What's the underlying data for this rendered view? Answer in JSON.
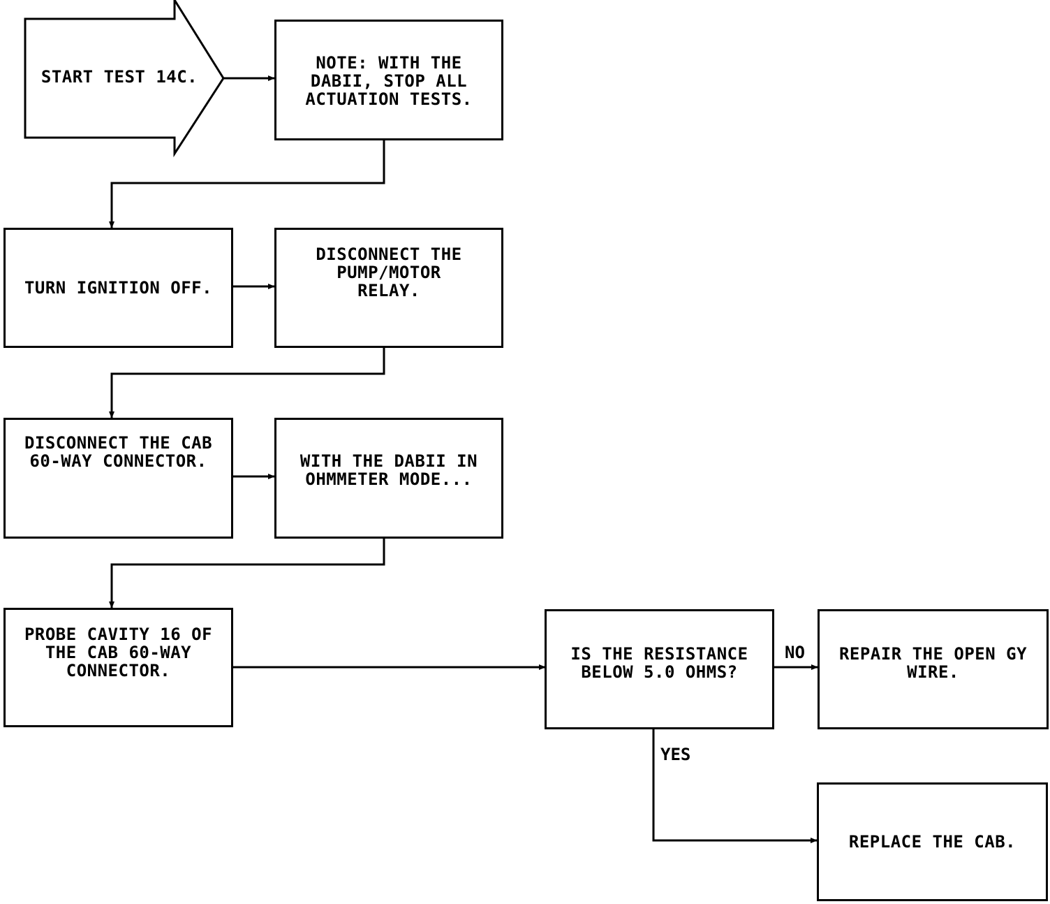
{
  "start": {
    "label": "START TEST 14C."
  },
  "steps": {
    "note": "NOTE: WITH THE\nDABII, STOP ALL\nACTUATION TESTS.",
    "ignition": "TURN IGNITION OFF.",
    "disconnect_relay": "DISCONNECT THE\nPUMP/MOTOR\nRELAY.",
    "disconnect_cab": "DISCONNECT THE CAB\n60-WAY CONNECTOR.",
    "ohmmeter": "WITH THE DABII IN\nOHMMETER MODE...",
    "probe": "PROBE CAVITY 16 OF\nTHE CAB 60-WAY\nCONNECTOR.",
    "question": "IS THE RESISTANCE\nBELOW 5.0 OHMS?",
    "repair": "REPAIR THE OPEN GY\nWIRE.",
    "replace": "REPLACE THE CAB."
  },
  "edges": {
    "no": "NO",
    "yes": "YES"
  }
}
